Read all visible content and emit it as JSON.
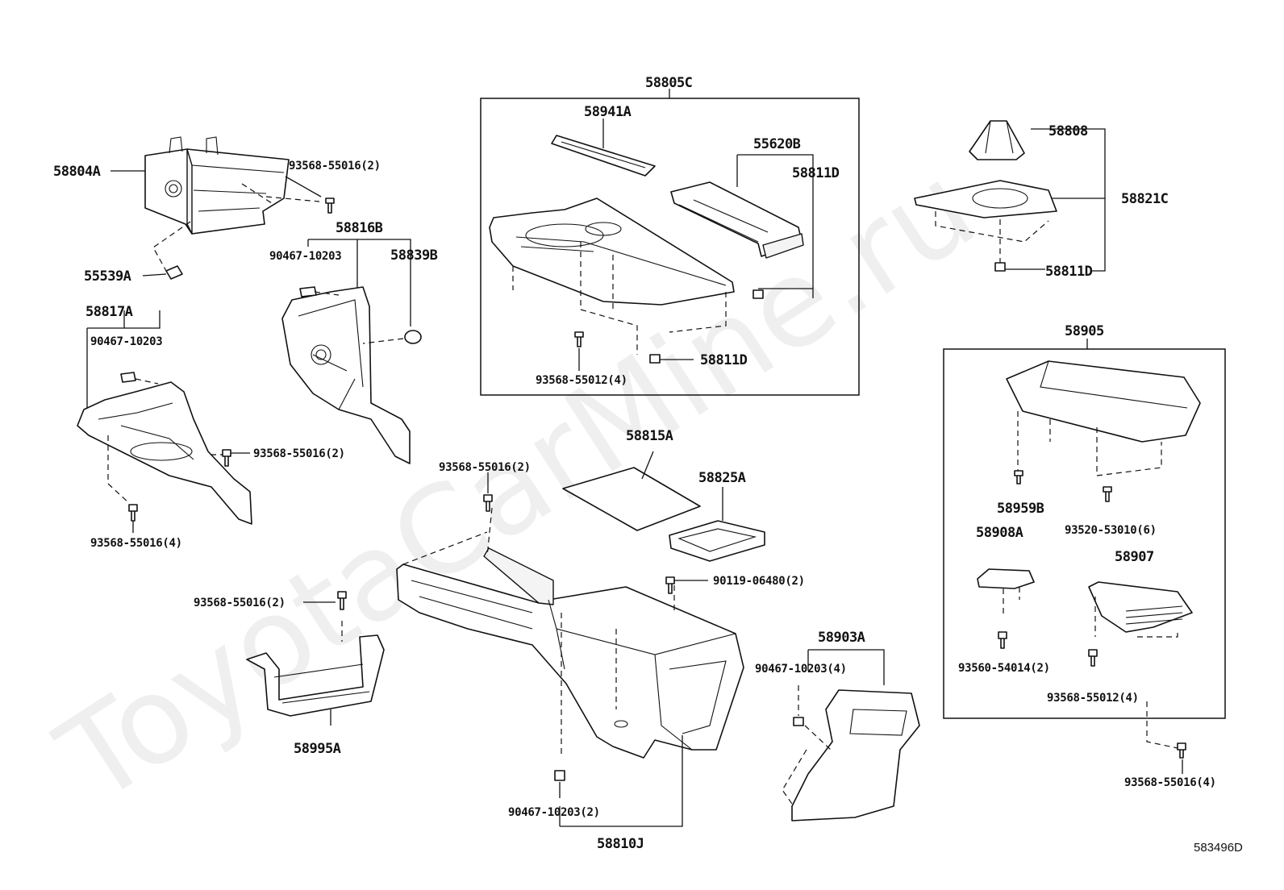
{
  "watermark": "ToyotaCarMine.ru",
  "diagram_id": "583496D",
  "labels": {
    "p58804A": "58804A",
    "p93568_55016_2_a": "93568-55016(2)",
    "p55539A": "55539A",
    "p58816B": "58816B",
    "p90467_10203_a": "90467-10203",
    "p58839B": "58839B",
    "p58817A": "58817A",
    "p90467_10203_b": "90467-10203",
    "p93568_55016_2_b": "93568-55016(2)",
    "p93568_55016_4_a": "93568-55016(4)",
    "p58805C": "58805C",
    "p58941A": "58941A",
    "p55620B": "55620B",
    "p58811D_a": "58811D",
    "p58811D_b": "58811D",
    "p93568_55012_4_a": "93568-55012(4)",
    "p58808": "58808",
    "p58821C": "58821C",
    "p58811D_c": "58811D",
    "p58905": "58905",
    "p58959B": "58959B",
    "p93520_53010_6": "93520-53010(6)",
    "p58908A": "58908A",
    "p58907": "58907",
    "p93560_54014_2": "93560-54014(2)",
    "p93568_55012_4_b": "93568-55012(4)",
    "p93568_55016_4_b": "93568-55016(4)",
    "p58815A": "58815A",
    "p58825A": "58825A",
    "p93568_55016_2_c": "93568-55016(2)",
    "p90119_06480_2": "90119-06480(2)",
    "p93568_55016_2_d": "93568-55016(2)",
    "p58995A": "58995A",
    "p58903A": "58903A",
    "p90467_10203_4": "90467-10203(4)",
    "p90467_10203_2": "90467-10203(2)",
    "p58810J": "58810J"
  }
}
